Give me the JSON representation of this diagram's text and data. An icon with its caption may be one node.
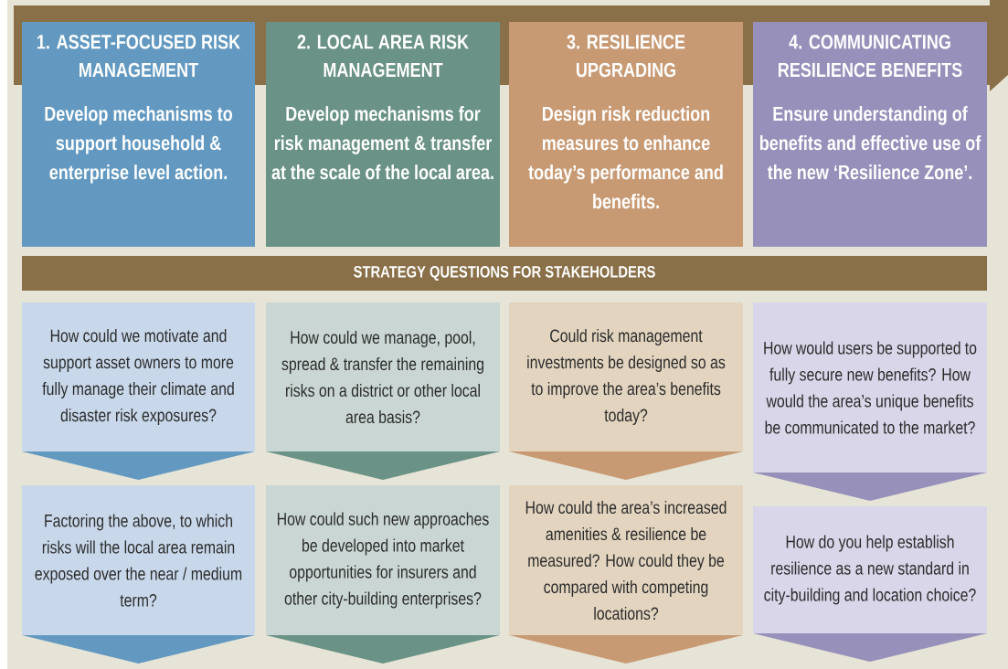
{
  "diagram": {
    "nodes": [
      {
        "text": [
          "1. ASSET-FOCUSED RISK MANAGEMENT",
          "Develop mechanisms to support household & enterprise level action."
        ]
      },
      {
        "text": [
          "2. LOCAL AREA RISK MANAGEMENT",
          "Develop mechanisms for risk management & transfer at the scale of the local area."
        ]
      },
      {
        "text": [
          "3. RESILIENCE UPGRADING",
          "Design risk reduction measures to enhance today’s performance and benefits."
        ]
      },
      {
        "text": [
          "4. COMMUNICATING RESILIENCE BENEFITS",
          "Ensure understanding of benefits and effective use of the new ‘Resilience Zone’."
        ]
      },
      {
        "text": [
          "STRATEGY QUESTIONS FOR STAKEHOLDERS"
        ]
      },
      {
        "text": [
          "How could we motivate and support asset owners to more fully manage their climate and disaster risk exposures?"
        ]
      },
      {
        "text": [
          "How could we manage, pool, spread & transfer the remaining risks on a district or other local area basis?"
        ]
      },
      {
        "text": [
          "Could risk management investments be designed so as to improve the area’s benefits today?"
        ]
      },
      {
        "text": [
          "How would users be supported to fully secure new benefits? How would the area’s unique benefits be communicated to the market?"
        ]
      },
      {
        "text": [
          "Factoring the above, to which risks will the local area remain exposed over the near / medium term?"
        ]
      },
      {
        "text": [
          "How could such new approaches be developed into market opportunities for insurers and other city-building enterprises?"
        ]
      },
      {
        "text": [
          "How could the area’s increased amenities & resilience be measured? How could they be compared with competing locations?"
        ]
      },
      {
        "text": [
          "How do you help establish resilience as a new standard in city-building and location choice?"
        ]
      }
    ],
    "edges": [
      {
        "from": 5,
        "to": 9,
        "arrow": "to",
        "color": "#6399c1"
      },
      {
        "from": 6,
        "to": 10,
        "arrow": "to",
        "color": "#6a9286"
      },
      {
        "from": 7,
        "to": 11,
        "arrow": "to",
        "color": "#c89a74"
      },
      {
        "from": 8,
        "to": 12,
        "arrow": "to",
        "color": "#9790ba"
      },
      {
        "from": 9,
        "to": null,
        "arrow": "to",
        "color": "#6399c1"
      },
      {
        "from": 10,
        "to": null,
        "arrow": "to",
        "color": "#6a9286"
      },
      {
        "from": 11,
        "to": null,
        "arrow": "to",
        "color": "#c89a74"
      },
      {
        "from": 12,
        "to": null,
        "arrow": "to",
        "color": "#9790ba"
      }
    ]
  }
}
